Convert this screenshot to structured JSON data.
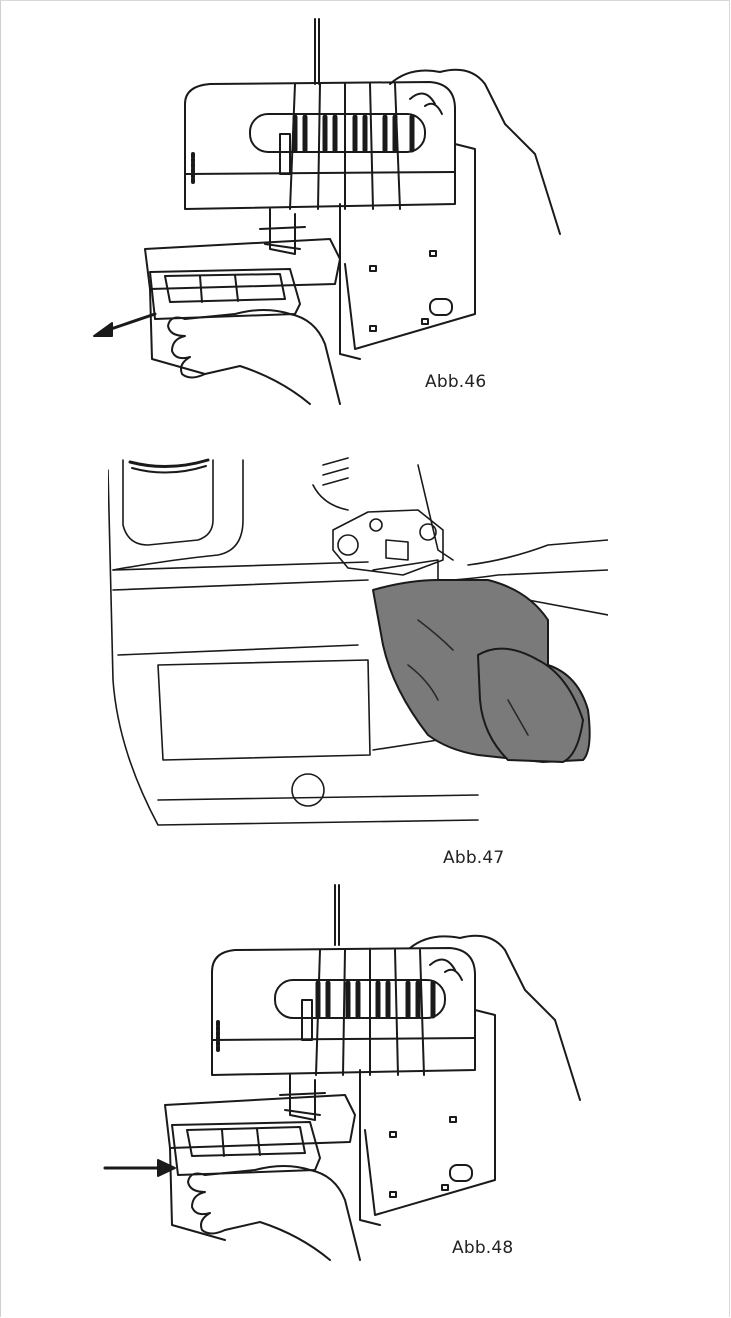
{
  "figures": [
    {
      "id": "fig46",
      "caption": "Abb.46",
      "arrow": "outward"
    },
    {
      "id": "fig47",
      "caption": "Abb.47",
      "arrow": "none"
    },
    {
      "id": "fig48",
      "caption": "Abb.48",
      "arrow": "inward"
    }
  ],
  "colors": {
    "ink": "#1a1a1a",
    "cloth": "#7a7a7a",
    "paper": "#ffffff"
  }
}
